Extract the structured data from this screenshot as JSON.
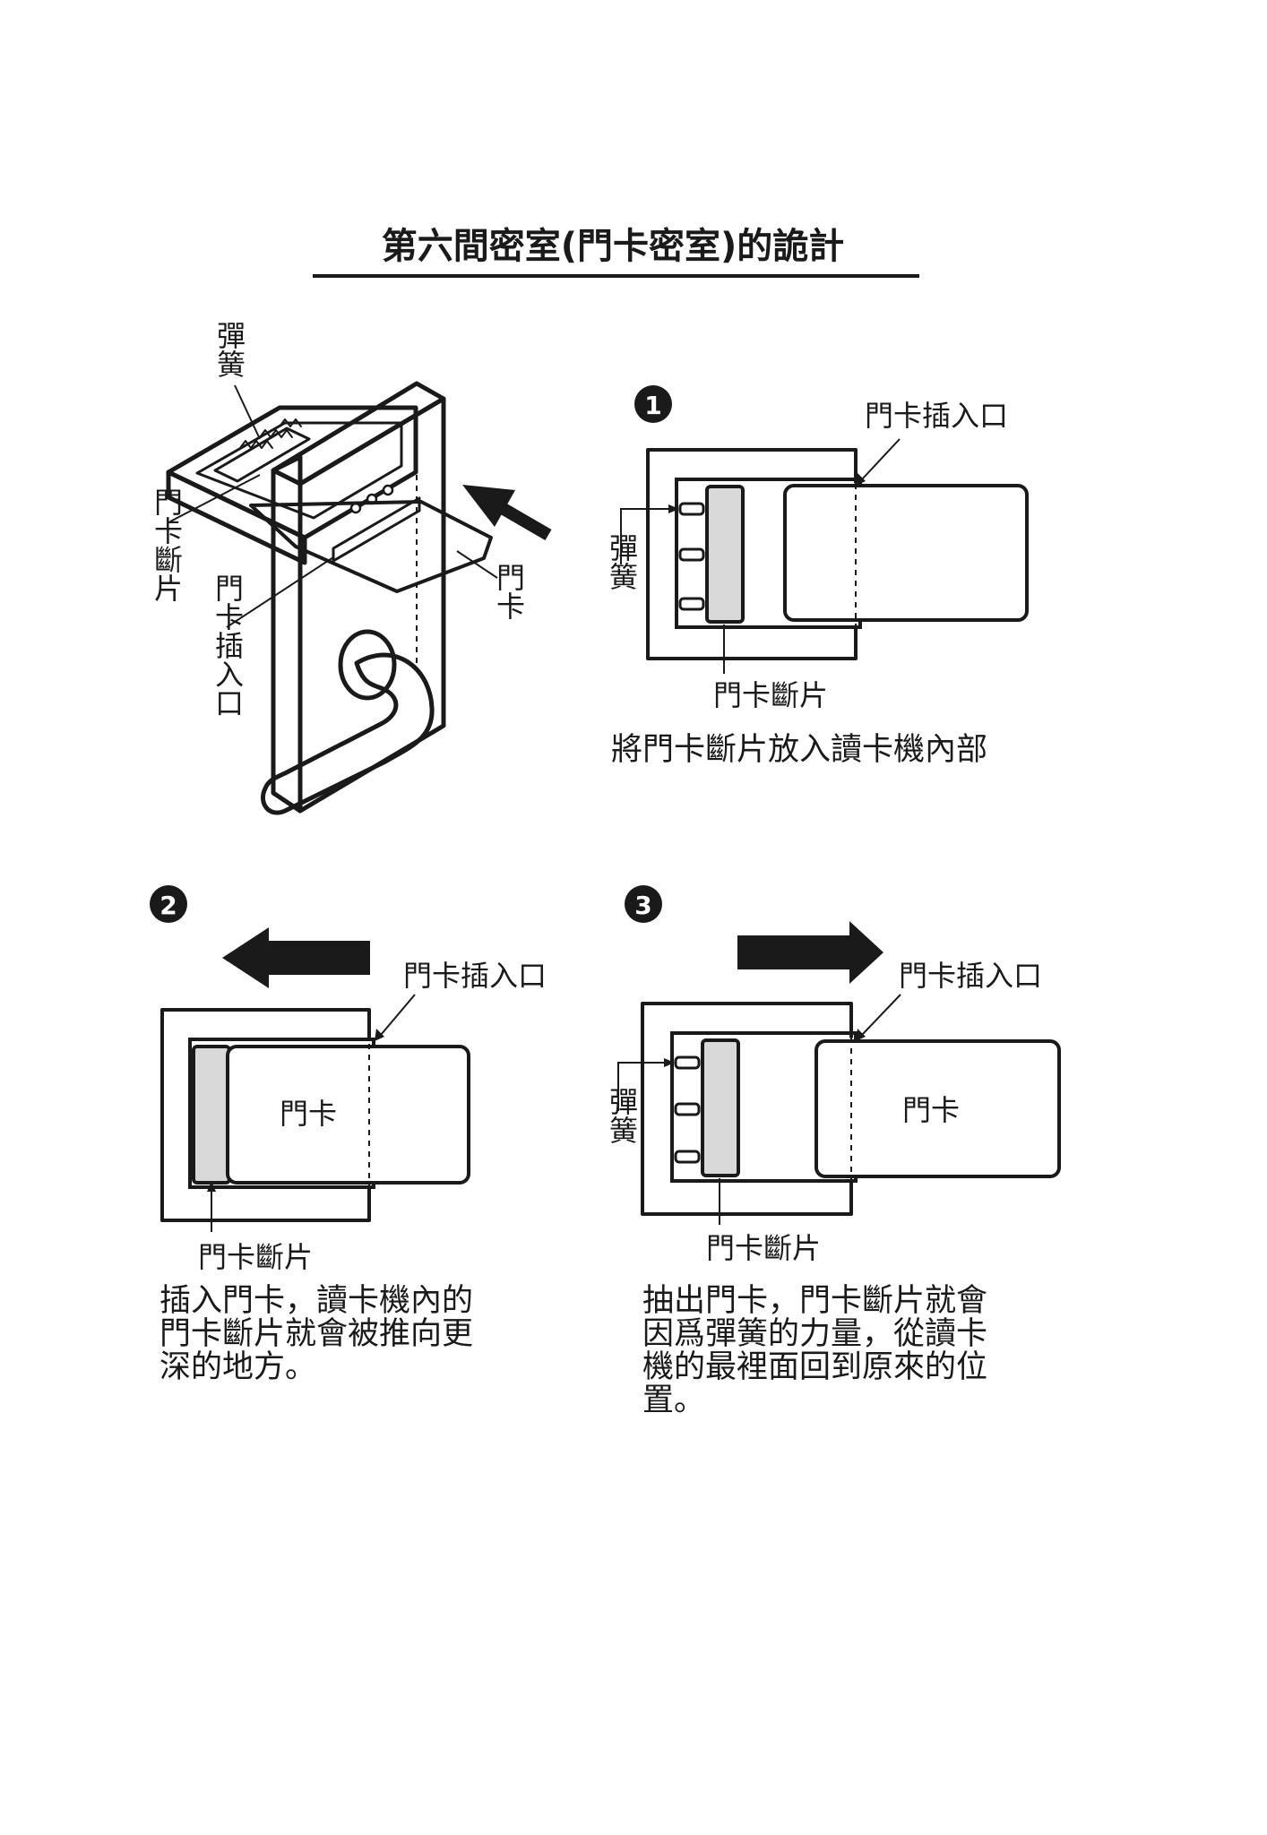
{
  "title": "第六間密室(門卡密室)的詭計",
  "overview": {
    "spring_label": "彈簧",
    "card_fragment_label": "門卡斷片",
    "card_slot_label": "門卡插入口",
    "card_label": "門卡"
  },
  "step1": {
    "number": "1",
    "slot_label": "門卡插入口",
    "spring_label": "彈簧",
    "fragment_label": "門卡斷片",
    "caption": "將門卡斷片放入讀卡機內部"
  },
  "step2": {
    "number": "2",
    "slot_label": "門卡插入口",
    "card_label": "門卡",
    "fragment_label": "門卡斷片",
    "caption_lines": [
      "插入門卡，讀卡機內的",
      "門卡斷片就會被推向更",
      "深的地方。"
    ]
  },
  "step3": {
    "number": "3",
    "slot_label": "門卡插入口",
    "spring_label": "彈簧",
    "card_label": "門卡",
    "fragment_label": "門卡斷片",
    "caption_lines": [
      "抽出門卡，門卡斷片就會",
      "因爲彈簧的力量，從讀卡",
      "機的最裡面回到原來的位",
      "置。"
    ]
  },
  "colors": {
    "ink": "#1a1a1a",
    "fragment_fill": "#d9d9d9",
    "paper": "#ffffff"
  },
  "icons": [
    "push-left-arrow-icon",
    "pull-right-arrow-icon",
    "insert-arrow-icon",
    "coil-spring-icon"
  ]
}
